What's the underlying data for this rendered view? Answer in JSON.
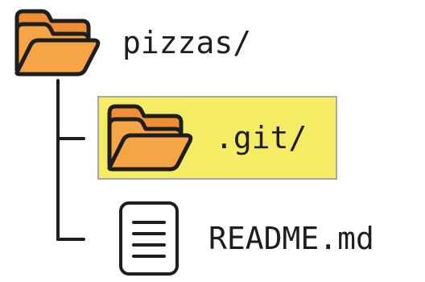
{
  "tree": {
    "root": {
      "label": "pizzas/",
      "icon": "folder-open-icon"
    },
    "children": [
      {
        "label": ".git/",
        "icon": "folder-open-icon",
        "highlighted": true
      },
      {
        "label": "README.md",
        "icon": "file-text-icon",
        "highlighted": false
      }
    ]
  },
  "colors": {
    "folder_fill": "#f5a446",
    "folder_back": "#ee8f36",
    "outline": "#1e1e1e",
    "highlight_fill": "#f5ec66",
    "highlight_border": "#a8a8a8",
    "text": "#1e1e1e"
  }
}
